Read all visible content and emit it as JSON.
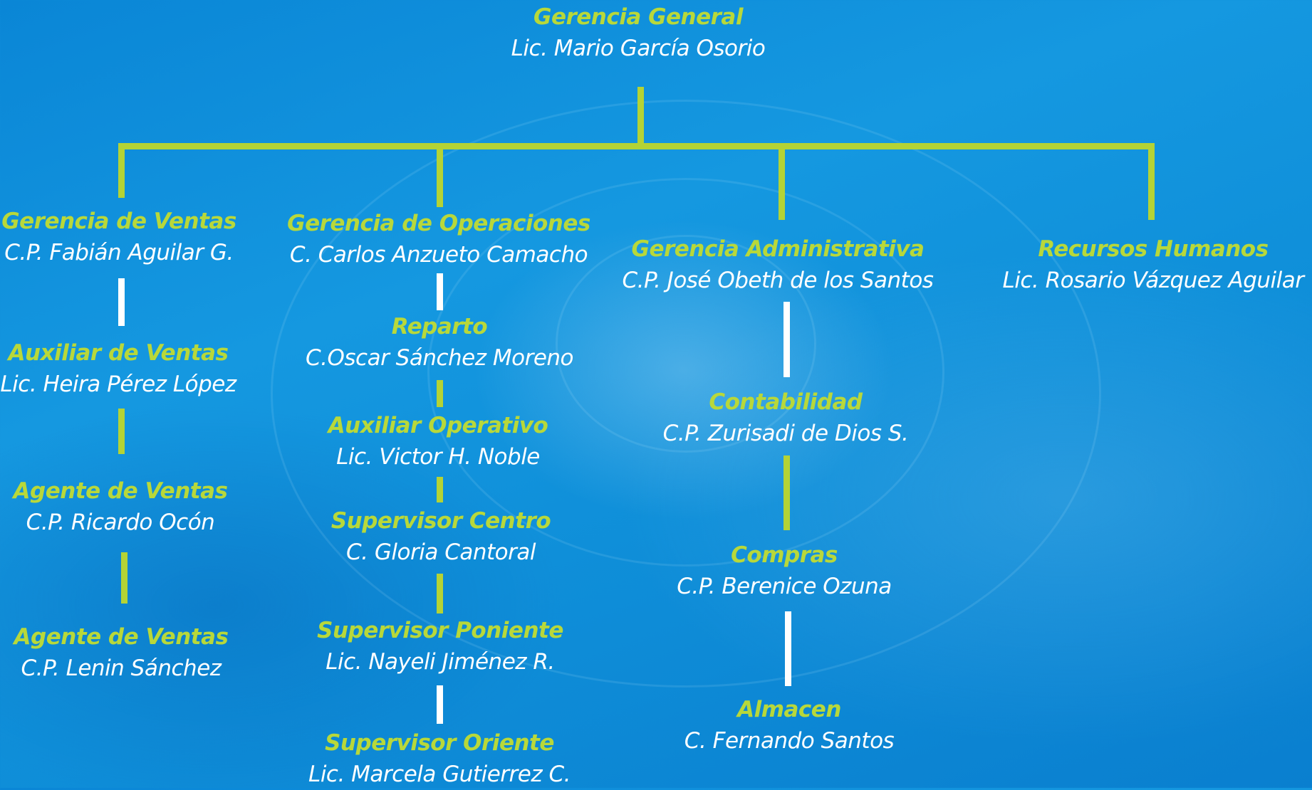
{
  "colors": {
    "accent": "#b4d335",
    "connector_alt": "#ffffff",
    "background": "#1590dc"
  },
  "org": {
    "root": {
      "title": "Gerencia General",
      "name": "Lic. Mario García Osorio"
    },
    "ventas": [
      {
        "title": "Gerencia de Ventas",
        "name": "C.P. Fabián Aguilar G."
      },
      {
        "title": "Auxiliar de Ventas",
        "name": "Lic. Heira Pérez López"
      },
      {
        "title": "Agente de Ventas",
        "name": "C.P. Ricardo Ocón"
      },
      {
        "title": "Agente de Ventas",
        "name": "C.P. Lenin Sánchez"
      }
    ],
    "operaciones": [
      {
        "title": "Gerencia de Operaciones",
        "name": "C. Carlos Anzueto Camacho"
      },
      {
        "title": "Reparto",
        "name": "C.Oscar Sánchez Moreno"
      },
      {
        "title": "Auxiliar Operativo",
        "name": "Lic. Victor H. Noble"
      },
      {
        "title": "Supervisor Centro",
        "name": "C. Gloria Cantoral"
      },
      {
        "title": "Supervisor Poniente",
        "name": "Lic. Nayeli Jiménez R."
      },
      {
        "title": "Supervisor Oriente",
        "name": "Lic. Marcela Gutierrez C."
      }
    ],
    "administrativa": [
      {
        "title": "Gerencia Administrativa",
        "name": "C.P. José Obeth de los Santos"
      },
      {
        "title": "Contabilidad",
        "name": "C.P. Zurisadi de Dios S."
      },
      {
        "title": "Compras",
        "name": "C.P. Berenice Ozuna"
      },
      {
        "title": "Almacen",
        "name": "C. Fernando Santos"
      }
    ],
    "rrhh": [
      {
        "title": "Recursos Humanos",
        "name": "Lic. Rosario Vázquez Aguilar"
      }
    ]
  }
}
